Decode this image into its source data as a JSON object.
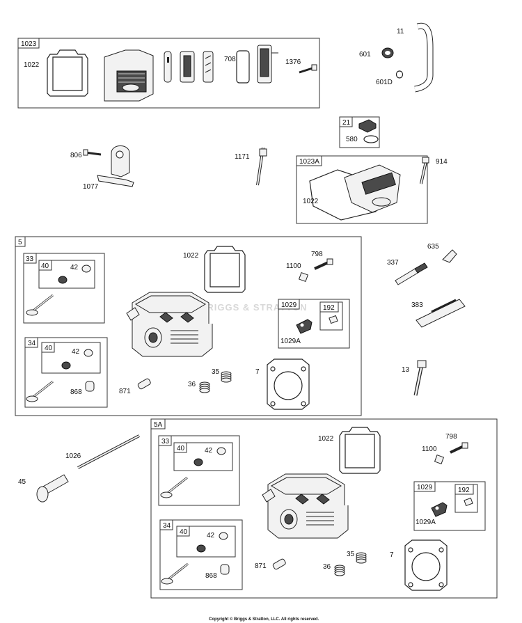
{
  "labels": {
    "g1023": "1023",
    "p1022a": "1022",
    "p708": "708",
    "p1376": "1376",
    "p11": "11",
    "p601": "601",
    "p601d": "601D",
    "p806": "806",
    "p1077": "1077",
    "p1171": "1171",
    "g21": "21",
    "p580": "580",
    "g1023a": "1023A",
    "p1022b": "1022",
    "p914": "914",
    "g5": "5",
    "g33a": "33",
    "g40a": "40",
    "p42a": "42",
    "g34a": "34",
    "g40b": "40",
    "p42b": "42",
    "p868a": "868",
    "p1022c": "1022",
    "p798a": "798",
    "p1100a": "1100",
    "g1029a": "1029",
    "g192a": "192",
    "p1029Aa": "1029A",
    "p871a": "871",
    "p35a": "35",
    "p36a": "36",
    "p7a": "7",
    "p635": "635",
    "p337": "337",
    "p383": "383",
    "p13": "13",
    "p1026": "1026",
    "p45": "45",
    "g5a": "5A",
    "g33b": "33",
    "g40c": "40",
    "p42c": "42",
    "g34b": "34",
    "g40d": "40",
    "p42d": "42",
    "p868b": "868",
    "p1022d": "1022",
    "p798b": "798",
    "p1100b": "1100",
    "g1029b": "1029",
    "g192b": "192",
    "p1029Ab": "1029A",
    "p871b": "871",
    "p35b": "35",
    "p36b": "36",
    "p7b": "7"
  },
  "watermark": "BRIGGS & STRATTON",
  "copyright": "Copyright © Briggs & Stratton, LLC. All rights reserved.",
  "colors": {
    "ink": "#222222",
    "frame": "#333333",
    "watermark": "#d8d8d8"
  },
  "icons": [
    "rocker-cover-icon",
    "gasket-icon",
    "cylinder-head-icon",
    "valve-icon",
    "spring-icon",
    "spark-plug-icon",
    "tube-icon",
    "bolt-icon",
    "clamp-icon",
    "oil-cap-icon",
    "rocker-arm-icon",
    "push-rod-icon",
    "tappet-icon"
  ]
}
